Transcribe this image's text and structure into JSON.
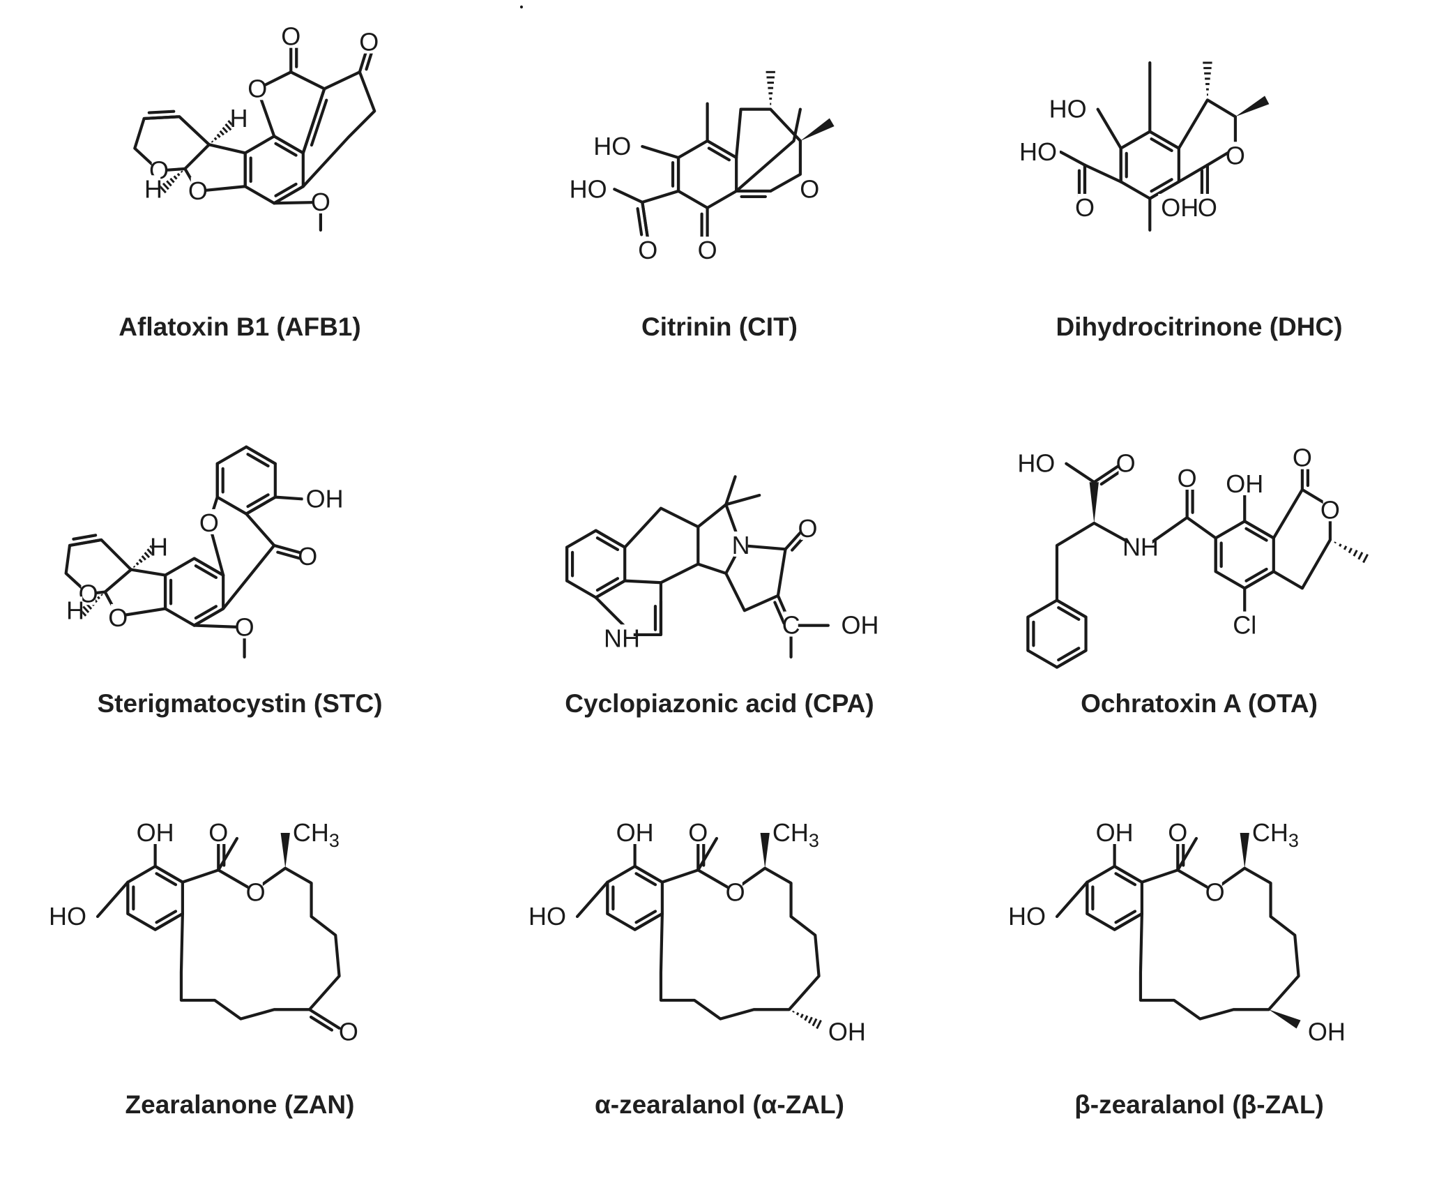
{
  "figure": {
    "molecules": [
      {
        "id": "afb1",
        "name": "Aflatoxin B1 (AFB1)"
      },
      {
        "id": "cit",
        "name": "Citrinin (CIT)"
      },
      {
        "id": "dhc",
        "name": "Dihydrocitrinone (DHC)"
      },
      {
        "id": "stc",
        "name": "Sterigmatocystin (STC)"
      },
      {
        "id": "cpa",
        "name": "Cyclopiazonic acid (CPA)"
      },
      {
        "id": "ota",
        "name": "Ochratoxin A (OTA)"
      },
      {
        "id": "zan",
        "name": "Zearalanone (ZAN)"
      },
      {
        "id": "azal",
        "name": "α-zearalanol (α-ZAL)"
      },
      {
        "id": "bzal",
        "name": "β-zearalanol (β-ZAL)"
      }
    ],
    "atom_labels": {
      "O": "O",
      "H": "H",
      "HO": "HO",
      "OH": "OH",
      "NH": "NH",
      "N": "N",
      "C": "C",
      "Cl": "Cl",
      "CH3": "CH3"
    }
  }
}
